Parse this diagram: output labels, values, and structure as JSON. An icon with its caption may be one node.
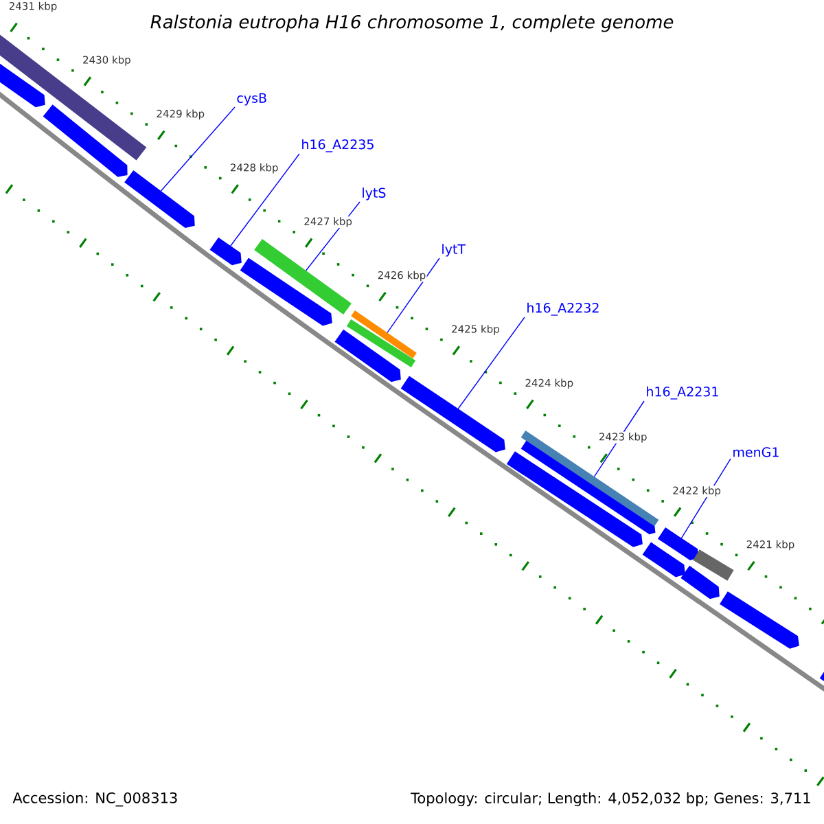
{
  "diagram": {
    "title": "Ralstonia eutropha H16 chromosome 1, complete genome",
    "nodes": [
      {
        "text": [
          "cysB"
        ]
      },
      {
        "text": [],
        "shape": "arrow"
      },
      {
        "text": [
          "h16_A2235"
        ]
      },
      {
        "text": [],
        "shape": "arrow"
      },
      {
        "text": [
          "lytS"
        ]
      },
      {
        "text": [],
        "shape": "bar"
      },
      {
        "text": [
          "lytT"
        ]
      },
      {
        "text": [],
        "shape": "bar"
      },
      {
        "text": [
          "h16_A2232"
        ]
      },
      {
        "text": [],
        "shape": "arrow"
      },
      {
        "text": [
          "h16_A2231"
        ]
      },
      {
        "text": [],
        "shape": "bar"
      },
      {
        "text": [
          "menG1"
        ]
      },
      {
        "text": [],
        "shape": "arrow"
      },
      {
        "text": [],
        "shape": "bar"
      },
      {
        "text": [],
        "shape": "arrow"
      },
      {
        "text": [],
        "shape": "arrow"
      },
      {
        "text": [],
        "shape": "arrow"
      },
      {
        "text": [],
        "shape": "arrow"
      },
      {
        "text": [],
        "shape": "bar"
      },
      {
        "text": [],
        "shape": "arrow"
      },
      {
        "text": [],
        "shape": "arrow"
      },
      {
        "text": [],
        "shape": "arrow"
      },
      {
        "text": [],
        "shape": "arrow"
      },
      {
        "text": [],
        "shape": "bar"
      },
      {
        "text": [],
        "shape": "arrow"
      },
      {
        "text": [],
        "shape": "arrow"
      }
    ],
    "edges": [
      {
        "from": 0,
        "to": 1,
        "arrow": "none"
      },
      {
        "from": 2,
        "to": 3,
        "arrow": "none"
      },
      {
        "from": 4,
        "to": 5,
        "arrow": "none"
      },
      {
        "from": 6,
        "to": 7,
        "arrow": "none"
      },
      {
        "from": 8,
        "to": 9,
        "arrow": "none"
      },
      {
        "from": 10,
        "to": 11,
        "arrow": "none"
      },
      {
        "from": 12,
        "to": 13,
        "arrow": "none"
      }
    ],
    "labels": [
      "2431 kbp",
      "2430 kbp",
      "2429 kbp",
      "2428 kbp",
      "2427 kbp",
      "2426 kbp",
      "2425 kbp",
      "2424 kbp",
      "2423 kbp",
      "2422 kbp",
      "2421 kbp",
      "Accession: NC_008313",
      "Topology: circular; Length: 4,052,032 bp; Genes: 3,711"
    ]
  }
}
